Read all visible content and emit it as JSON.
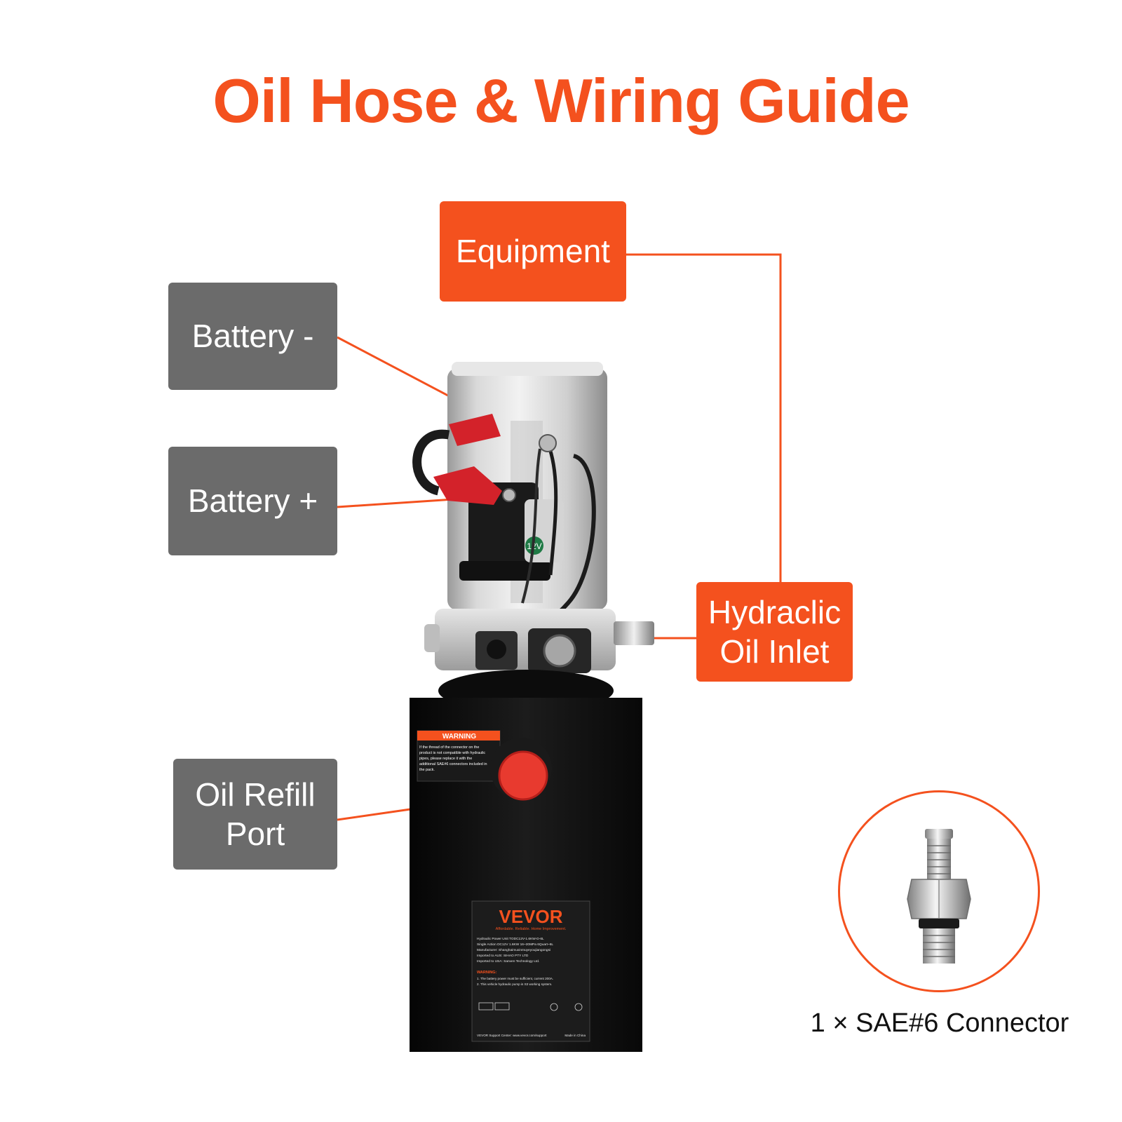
{
  "title": "Oil Hose & Wiring Guide",
  "colors": {
    "accent": "#f4511e",
    "callout_gray": "#6b6b6b",
    "tank_black": "#111111"
  },
  "callouts": {
    "equipment": "Equipment",
    "battery_negative": "Battery -",
    "battery_positive": "Battery +",
    "hydraulic_inlet_line1": "Hydraclic",
    "hydraulic_inlet_line2": "Oil Inlet",
    "oil_refill_line1": "Oil Refill",
    "oil_refill_line2": "Port"
  },
  "product": {
    "warning_heading": "WARNING",
    "warning_text_1": "If the thread of the connector on the",
    "warning_text_2": "product is not compatible with hydraulic",
    "warning_text_3": "pipes, please replace it with the",
    "warning_text_4": "additional SAE#6 connectors included in",
    "warning_text_5": "the pack.",
    "brand": "VEVOR",
    "brand_tagline": "Affordable. Reliable. Home Improvement.",
    "solenoid_voltage": "12V",
    "nameplate_line_1": "Hydraulic Power Unit   TODC12V-1.6KW-D-6L",
    "nameplate_line_2": "Single Action  DC12V  1.6KW  16~20MPa  6Quart~6L",
    "nameplate_line_3": "Manufacturer: Shanghaimuxinmuyeyoujiangongsi",
    "nameplate_line_4": "Imported to AUS: SIHAO PTY LTD",
    "nameplate_line_5": "Imported to USA: Sanven Technology Ltd.",
    "nameplate_warning": "WARNING:",
    "nameplate_warn_1": "1. The battery power must be sufficient, current 200A.",
    "nameplate_warn_2": "2. This vehicle hydraulic pump is S3 working system.",
    "nameplate_footer": "VEVOR Support Center: www.vevor.com/support",
    "made_in": "Made in China"
  },
  "connector": {
    "caption": "1 × SAE#6 Connector"
  }
}
